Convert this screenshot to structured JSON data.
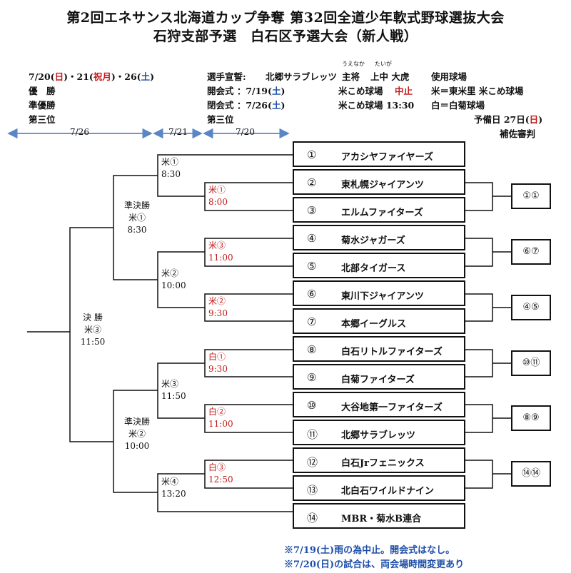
{
  "title": {
    "line1": "第2回エネサンス北海道カップ争奪 第32回全道少年軟式野球選抜大会",
    "line2": "石狩支部予選　白石区予選大会（新人戦）"
  },
  "dates": {
    "a": "7/20(",
    "a_day": "日",
    "b": ")・21(",
    "b_day": "祝月",
    "c": ")・26(",
    "c_day": "土",
    "d": ")"
  },
  "results": [
    "優　勝",
    "準優勝",
    "第三位"
  ],
  "ceremony": {
    "oath_label": "選手宣誓:",
    "oath_team": "北郷サラブレッツ",
    "oath_role": "主将",
    "oath_name": "上中 大虎",
    "furigana_1": "うえなか",
    "furigana_2": "たいが",
    "venue_label": "使用球場",
    "opening_1a": "開会式 ：7/19(",
    "opening_1_day": "土",
    "opening_1b": ")",
    "opening_1_place": "米こめ球場",
    "opening_1_status": "中止",
    "closing_a": "閉会式 ：7/26(",
    "closing_day": "土",
    "closing_b": ")",
    "closing_place": "米こめ球場 13:30",
    "third_place": "第三位",
    "venue_kome": "米＝東米里 米こめ球場",
    "venue_shiro": "白＝白菊球場",
    "reserve_a": "予備日 27日(",
    "reserve_day": "日",
    "reserve_b": ")",
    "assistant": "補佐審判"
  },
  "round_dates": [
    "7/26",
    "7/21",
    "7/20"
  ],
  "teams": [
    {
      "num": "①",
      "name": "アカシヤファイヤーズ"
    },
    {
      "num": "②",
      "name": "東札幌ジャイアンツ"
    },
    {
      "num": "③",
      "name": "エルムファイターズ"
    },
    {
      "num": "④",
      "name": "菊水ジャガーズ"
    },
    {
      "num": "⑤",
      "name": "北部タイガース"
    },
    {
      "num": "⑥",
      "name": "東川下ジャイアンツ"
    },
    {
      "num": "⑦",
      "name": "本郷イーグルス"
    },
    {
      "num": "⑧",
      "name": "白石リトルファイターズ"
    },
    {
      "num": "⑨",
      "name": "白菊ファイターズ"
    },
    {
      "num": "⑩",
      "name": "大谷地第一ファイターズ"
    },
    {
      "num": "⑪",
      "name": "北郷サラブレッツ"
    },
    {
      "num": "⑫",
      "name": "白石Jrフェニックス"
    },
    {
      "num": "⑬",
      "name": "北白石ワイルドナイン"
    },
    {
      "num": "⑭",
      "name": "MBR・菊水B連合"
    }
  ],
  "games_r1": [
    {
      "code": "米①",
      "time": "8:00"
    },
    {
      "code": "米③",
      "time": "11:00"
    },
    {
      "code": "米②",
      "time": "9:30"
    },
    {
      "code": "白①",
      "time": "9:30"
    },
    {
      "code": "白②",
      "time": "11:00"
    },
    {
      "code": "白③",
      "time": "12:50"
    }
  ],
  "games_qf": [
    {
      "code": "米①",
      "time": "8:30"
    },
    {
      "code": "米②",
      "time": "10:00"
    },
    {
      "code": "米③",
      "time": "11:50"
    },
    {
      "code": "米④",
      "time": "13:20"
    }
  ],
  "games_sf": [
    {
      "label": "準決勝",
      "code": "米①",
      "time": "8:30"
    },
    {
      "label": "準決勝",
      "code": "米②",
      "time": "10:00"
    }
  ],
  "final": {
    "label": "決 勝",
    "code": "米③",
    "time": "11:50"
  },
  "umpire_pairs": [
    "①①",
    "⑥⑦",
    "④⑤",
    "⑩⑪",
    "⑧⑨",
    "⑭⑭"
  ],
  "notes": [
    "※7/19(土)雨の為中止。開会式はなし。",
    "※7/20(日)の試合は、両会場時間変更あり"
  ],
  "colors": {
    "accent_red": "#c21a1a",
    "accent_blue": "#1f4fa8",
    "arrow": "#5b86c5"
  }
}
